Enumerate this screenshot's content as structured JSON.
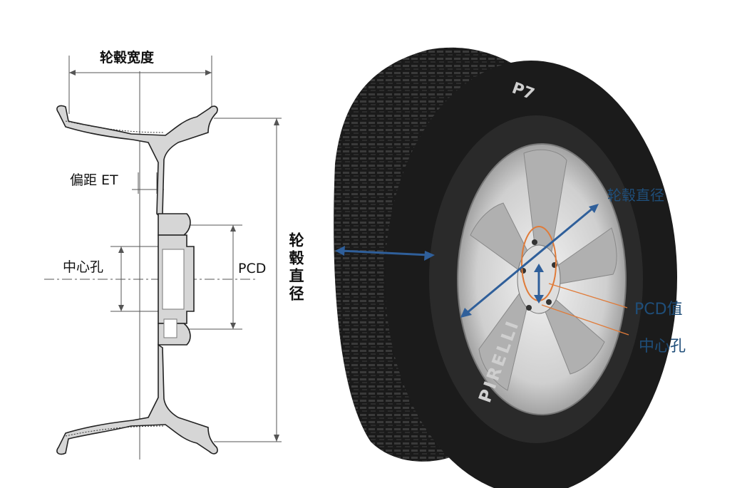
{
  "left_diagram": {
    "rim_width_label": "轮毂宽度",
    "offset_label": "偏距 ET",
    "center_bore_label": "中心孔",
    "pcd_label": "PCD",
    "rim_diameter_label": "轮毂直径"
  },
  "right_photo": {
    "rim_diameter_label": "轮毂直径",
    "pcd_value_label": "PCD值",
    "center_bore_label": "中心孔",
    "brand_text": "PIRELLI",
    "model_text": "P7"
  },
  "colors": {
    "arrow_blue": "#2f5f9a",
    "label_blue": "#1f4e79",
    "leader_orange": "#e07b39",
    "tire_black": "#1b1b1b",
    "rim_gray": "#c9c9c9"
  }
}
